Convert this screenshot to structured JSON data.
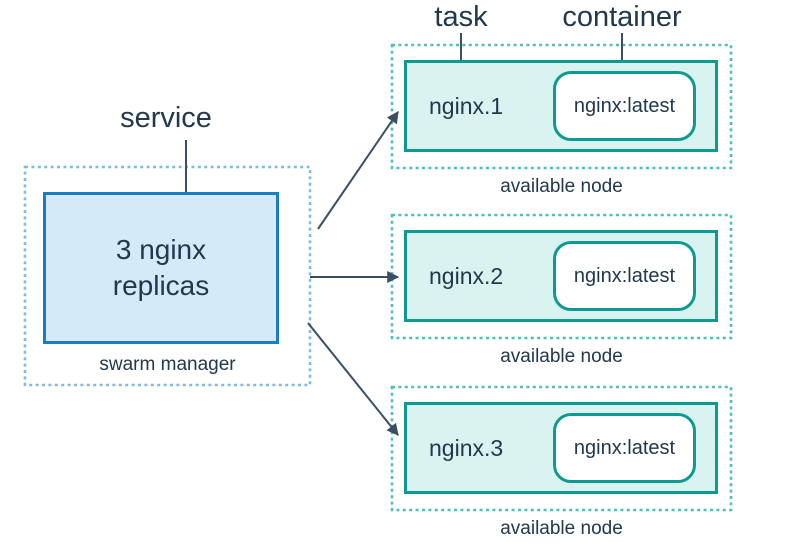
{
  "labels": {
    "task": "task",
    "container": "container",
    "service": "service"
  },
  "service": {
    "box_text": "3 nginx replicas",
    "caption": "swarm manager"
  },
  "nodes": [
    {
      "task": "nginx.1",
      "image": "nginx:latest",
      "caption": "available node"
    },
    {
      "task": "nginx.2",
      "image": "nginx:latest",
      "caption": "available node"
    },
    {
      "task": "nginx.3",
      "image": "nginx:latest",
      "caption": "available node"
    }
  ],
  "colors": {
    "blue_border": "#1a7dc0",
    "blue_fill": "#d5eaf8",
    "blue_dashed": "#7fbce5",
    "teal_border": "#0f9a91",
    "teal_fill": "#d9f3f0",
    "teal_dashed": "#4fc0b8",
    "line": "#3a4f63",
    "text": "#21384d"
  }
}
